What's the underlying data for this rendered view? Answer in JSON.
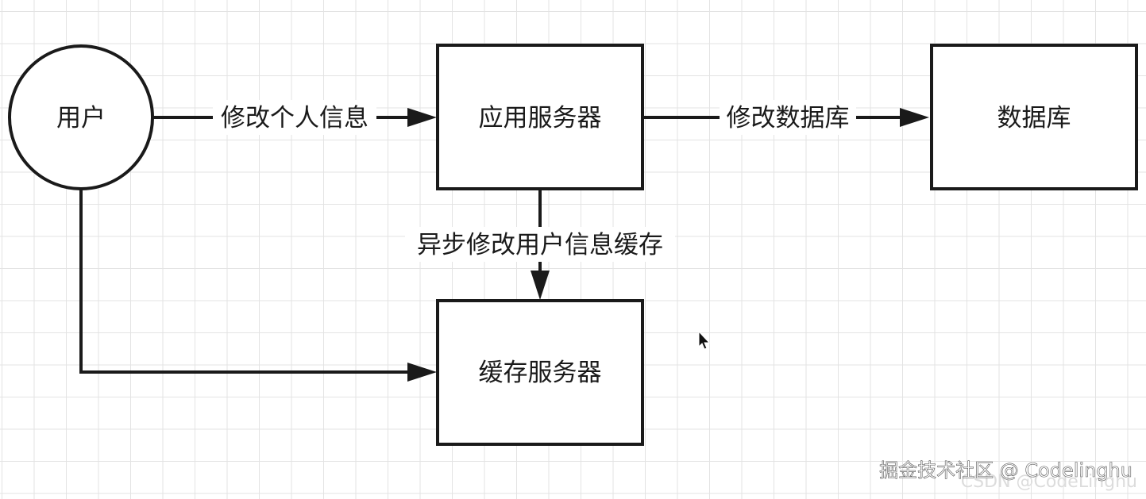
{
  "nodes": {
    "user": {
      "label": "用户"
    },
    "app_server": {
      "label": "应用服务器"
    },
    "database": {
      "label": "数据库"
    },
    "cache_server": {
      "label": "缓存服务器"
    }
  },
  "edges": {
    "user_to_app": {
      "label": "修改个人信息"
    },
    "app_to_db": {
      "label": "修改数据库"
    },
    "app_to_cache": {
      "label": "异步修改用户信息缓存"
    }
  },
  "watermark": {
    "primary": "掘金技术社区 @ Codelinghu",
    "ghost": "CSDN @CodeLinghu"
  },
  "colors": {
    "stroke": "#1a1a1a",
    "grid": "#e3e3e3",
    "background": "#ffffff"
  },
  "icons": {
    "cursor": "mouse-pointer-icon"
  }
}
